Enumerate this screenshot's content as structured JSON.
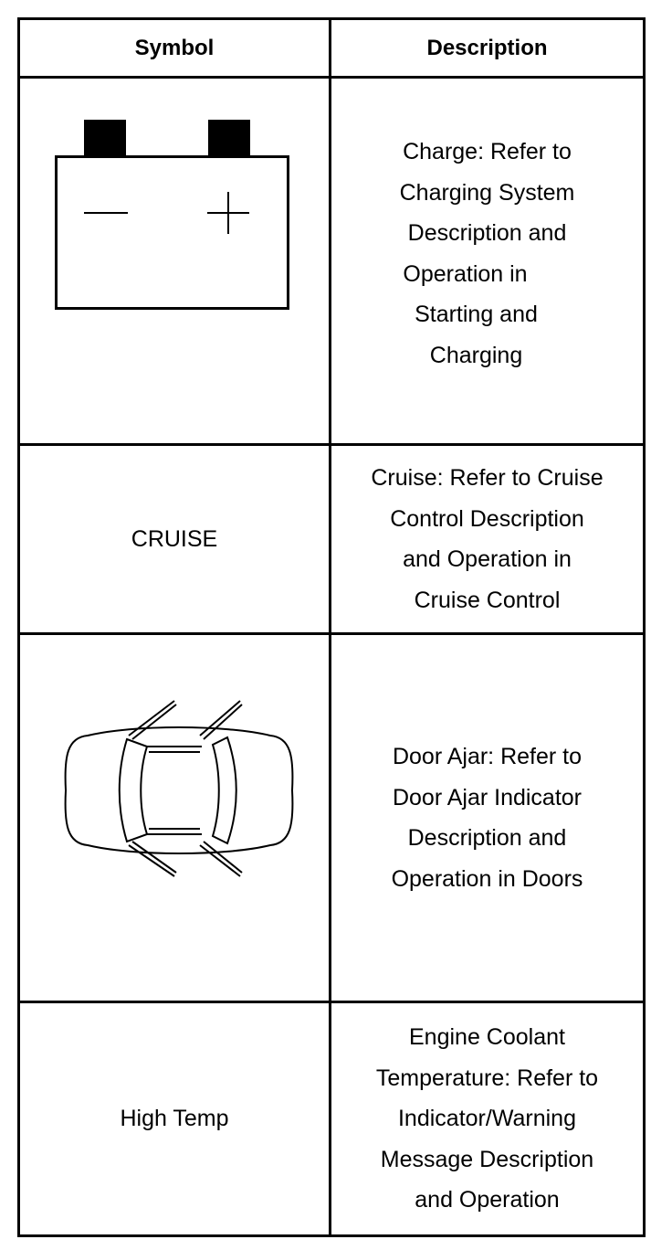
{
  "header": {
    "symbol": "Symbol",
    "description": "Description"
  },
  "rows": [
    {
      "symbol": {
        "type": "icon",
        "icon": "battery-icon"
      },
      "description_lines": [
        "Charge: Refer to",
        "Charging System",
        "Description and",
        "Operation in",
        "Starting and",
        "Charging"
      ]
    },
    {
      "symbol": {
        "type": "text",
        "text": "CRUISE"
      },
      "description_lines": [
        "Cruise: Refer to Cruise",
        "Control Description",
        "and Operation in",
        "Cruise Control"
      ]
    },
    {
      "symbol": {
        "type": "icon",
        "icon": "door-ajar-car-icon"
      },
      "description_lines": [
        "Door Ajar: Refer to",
        "Door Ajar Indicator",
        "Description and",
        "Operation in Doors"
      ]
    },
    {
      "symbol": {
        "type": "text",
        "text": "High Temp"
      },
      "description_lines": [
        "Engine Coolant",
        "Temperature: Refer to",
        "Indicator/Warning",
        "Message Description",
        "and Operation"
      ]
    }
  ]
}
